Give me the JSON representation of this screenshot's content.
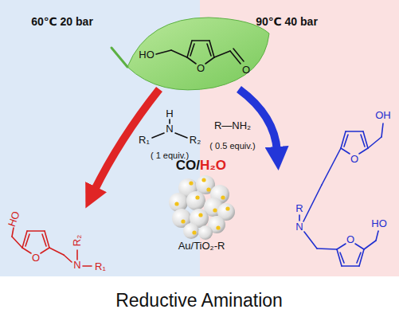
{
  "diagram": {
    "caption": "Reductive Amination",
    "labels": [
      "60℃ 20 bar",
      "90℃ 40 bar",
      "HO",
      "O",
      "O",
      "H",
      "N",
      "R₁",
      "R₂",
      "( 1 equiv.)",
      "R—NH₂",
      "( 0.5 equiv.)",
      "CO/",
      "H₂O",
      "Au/TiO₂-R",
      "HO",
      "O",
      "N",
      "R₂",
      "R₁",
      "OH",
      "O",
      "R",
      "N",
      "O",
      "HO"
    ]
  }
}
